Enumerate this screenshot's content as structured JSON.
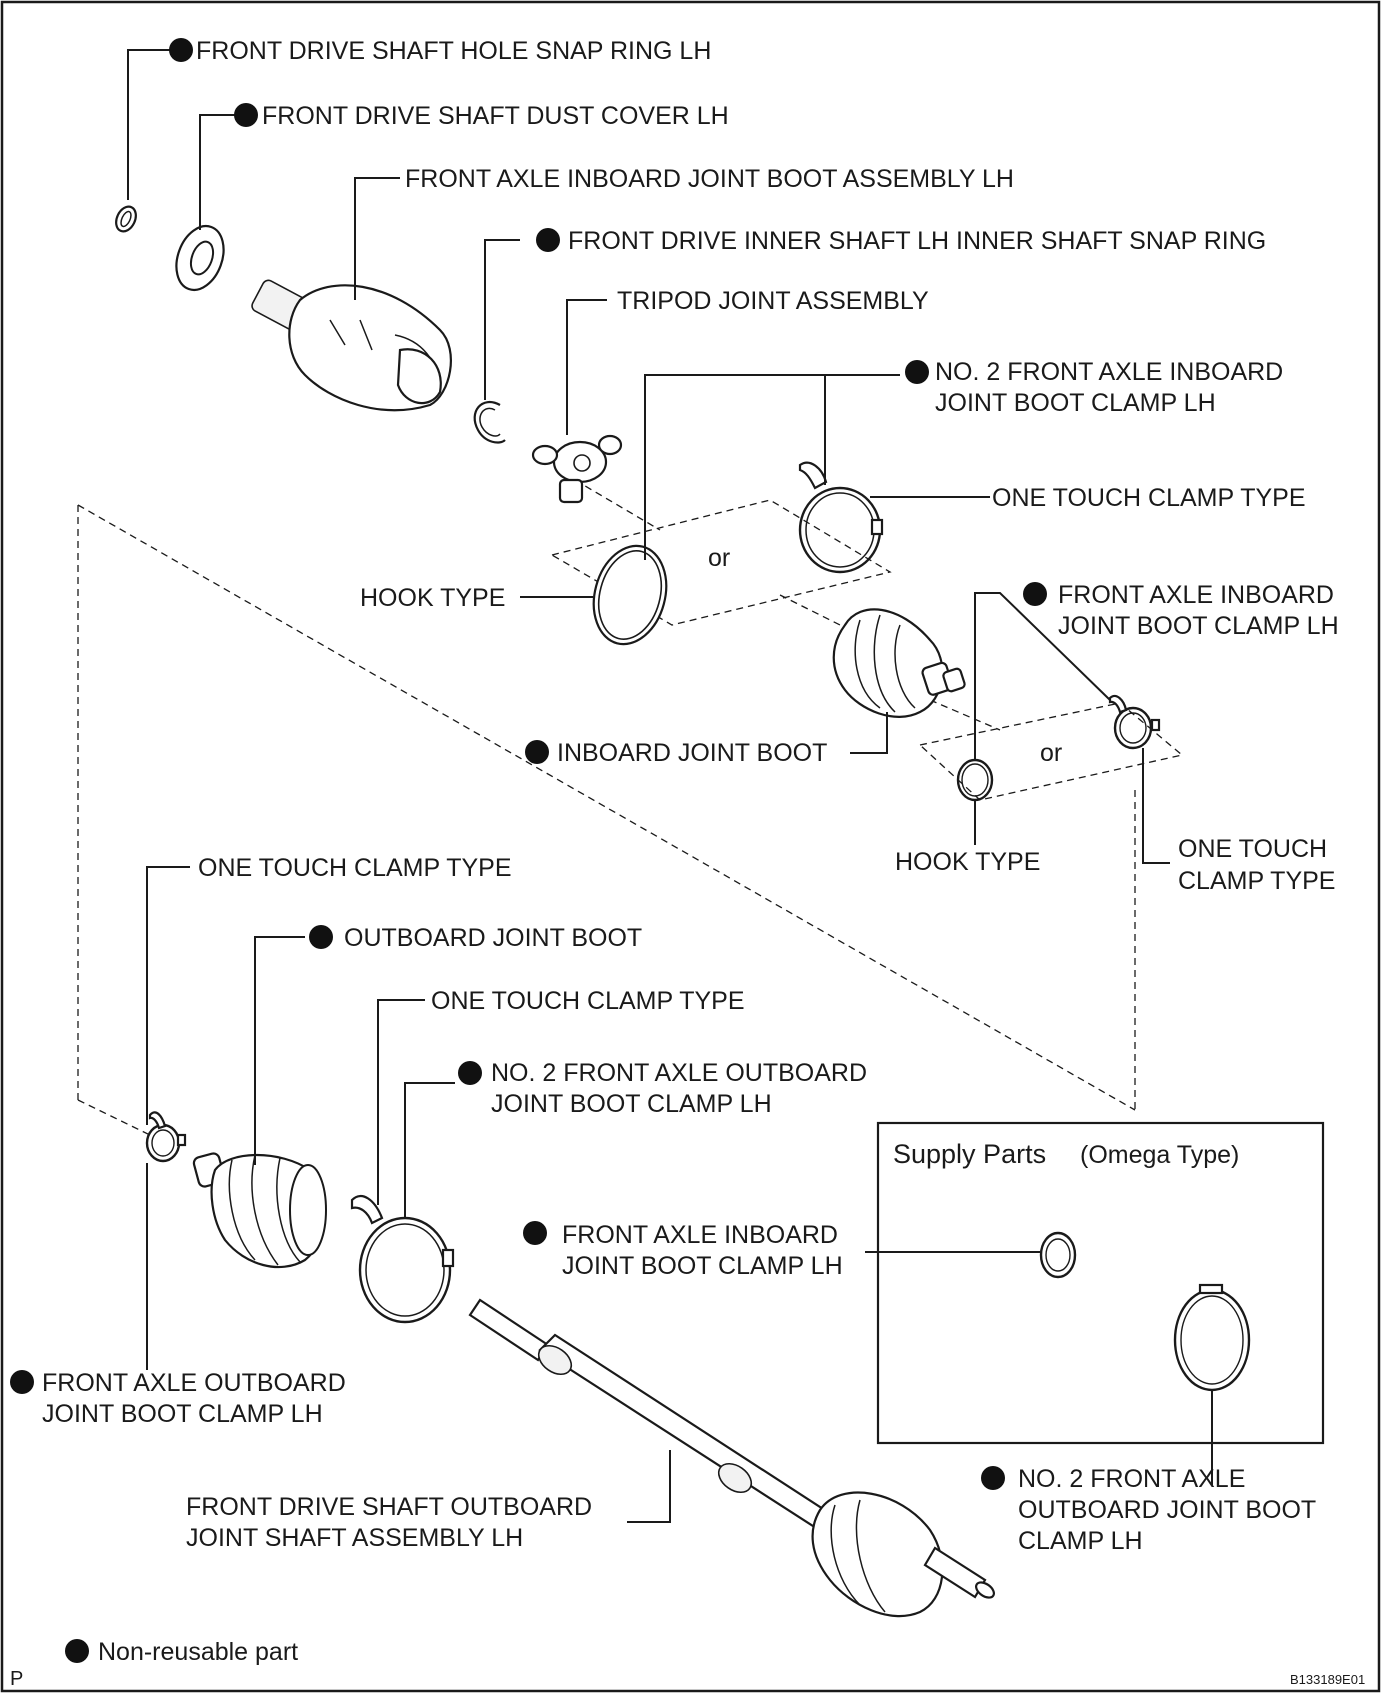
{
  "labels": {
    "snap_ring": "FRONT DRIVE SHAFT HOLE SNAP RING LH",
    "dust_cover": "FRONT DRIVE SHAFT DUST COVER LH",
    "inboard_boot_assembly": "FRONT AXLE INBOARD JOINT BOOT ASSEMBLY LH",
    "inner_shaft_snap_ring": "FRONT DRIVE INNER SHAFT LH INNER SHAFT SNAP RING",
    "tripod_joint": "TRIPOD JOINT ASSEMBLY",
    "no2_inboard_clamp_line1": "NO. 2 FRONT AXLE INBOARD",
    "no2_inboard_clamp_line2": "JOINT BOOT CLAMP LH",
    "one_touch_clamp_type_1": "ONE TOUCH CLAMP TYPE",
    "hook_type_1": "HOOK TYPE",
    "or_1": "or",
    "inboard_clamp_line1": "FRONT AXLE INBOARD",
    "inboard_clamp_line2": "JOINT BOOT CLAMP LH",
    "inboard_joint_boot": "INBOARD JOINT BOOT",
    "or_2": "or",
    "hook_type_2": "HOOK TYPE",
    "one_touch_2_line1": "ONE TOUCH",
    "one_touch_2_line2": "CLAMP TYPE",
    "one_touch_clamp_type_3": "ONE TOUCH CLAMP TYPE",
    "outboard_joint_boot": "OUTBOARD JOINT BOOT",
    "one_touch_clamp_type_4": "ONE TOUCH CLAMP TYPE",
    "no2_outboard_clamp_line1": "NO. 2 FRONT AXLE OUTBOARD",
    "no2_outboard_clamp_line2": "JOINT BOOT CLAMP LH",
    "outboard_clamp_line1": "FRONT AXLE OUTBOARD",
    "outboard_clamp_line2": "JOINT BOOT CLAMP LH",
    "outboard_shaft_line1": "FRONT DRIVE SHAFT OUTBOARD",
    "outboard_shaft_line2": "JOINT SHAFT ASSEMBLY LH"
  },
  "supply_parts": {
    "title": "Supply Parts",
    "subtitle": "(Omega Type)",
    "inboard_clamp_line1": "FRONT AXLE INBOARD",
    "inboard_clamp_line2": "JOINT BOOT CLAMP LH",
    "no2_outboard_line1": "NO. 2 FRONT AXLE",
    "no2_outboard_line2": "OUTBOARD JOINT BOOT",
    "no2_outboard_line3": "CLAMP LH"
  },
  "legend": {
    "non_reusable": "Non-reusable part"
  },
  "footer": {
    "corner_letter": "P",
    "figure_code": "B133189E01"
  },
  "colors": {
    "ink": "#1a1a1a",
    "bullet": "#111111",
    "background": "#ffffff"
  },
  "icons": {
    "bullet": "filled-circle"
  }
}
